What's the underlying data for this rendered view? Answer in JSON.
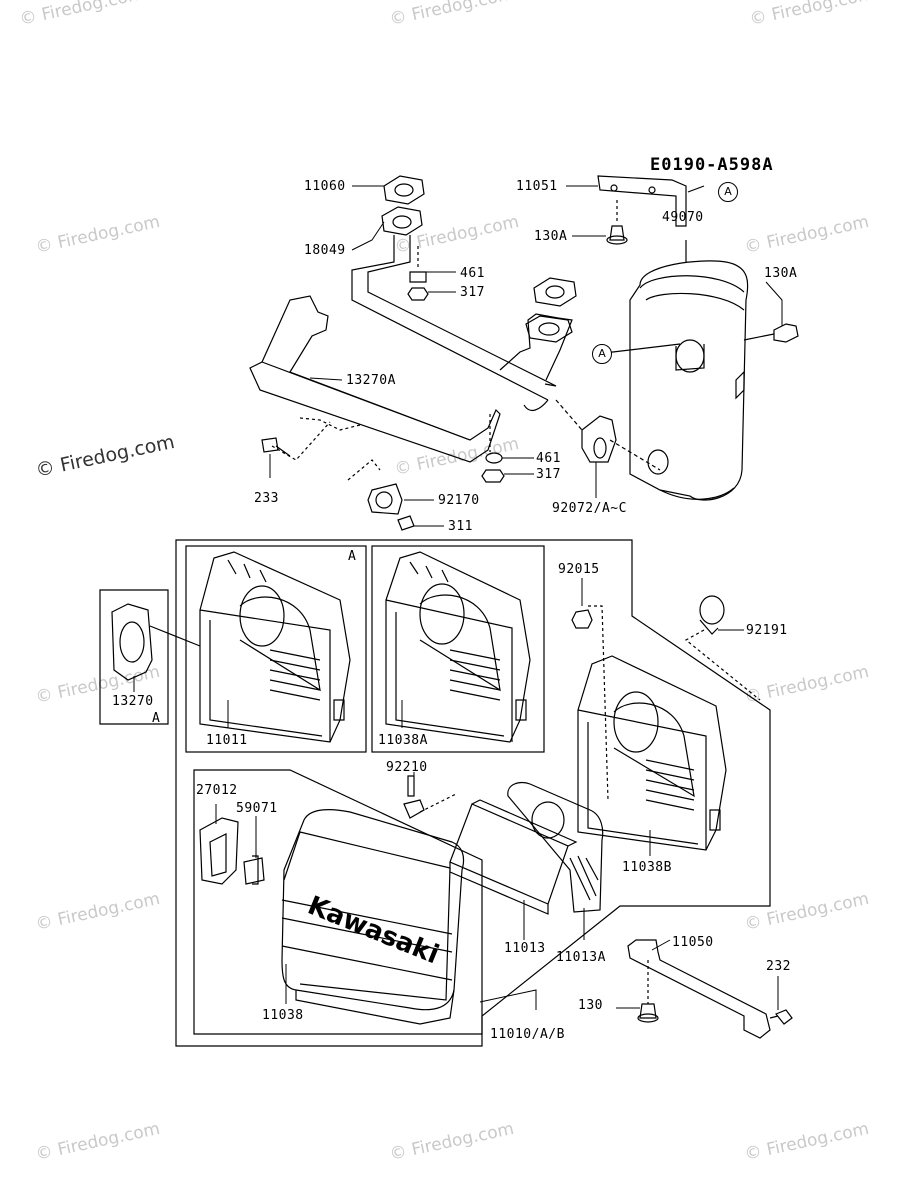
{
  "diagram_code": "E0190-A598A",
  "watermarks": [
    "© Firedog.com",
    "© Firedog.com",
    "© Firedog.com",
    "© Firedog.com",
    "© Firedog.com",
    "© Firedog.com",
    "© Firedog.com",
    "© Firedog.com",
    "© Firedog.com",
    "© Firedog.com",
    "© Firedog.com",
    "© Firedog.com",
    "© Firedog.com",
    "© Firedog.com",
    "© Firedog.com"
  ],
  "ref_marker": "A",
  "parts": {
    "p11060": "11060",
    "p18049": "18049",
    "p461a": "461",
    "p317a": "317",
    "p13270A": "13270A",
    "p233": "233",
    "p461b": "461",
    "p317b": "317",
    "p92170": "92170",
    "p311": "311",
    "p11051": "11051",
    "p49070": "49070",
    "p130Aa": "130A",
    "p130Ab": "130A",
    "p92072": "92072/A~C",
    "p13270": "13270",
    "p13270_A": "A",
    "p11011": "11011",
    "p11011_A": "A",
    "p11038A": "11038A",
    "p92015": "92015",
    "p92191": "92191",
    "p11038B": "11038B",
    "p92210": "92210",
    "p27012": "27012",
    "p59071": "59071",
    "p11038": "11038",
    "p11013": "11013",
    "p11013A": "11013A",
    "p11010": "11010/A/B",
    "p11050": "11050",
    "p232": "232",
    "p130": "130"
  },
  "brand_text": "Kawasaki"
}
